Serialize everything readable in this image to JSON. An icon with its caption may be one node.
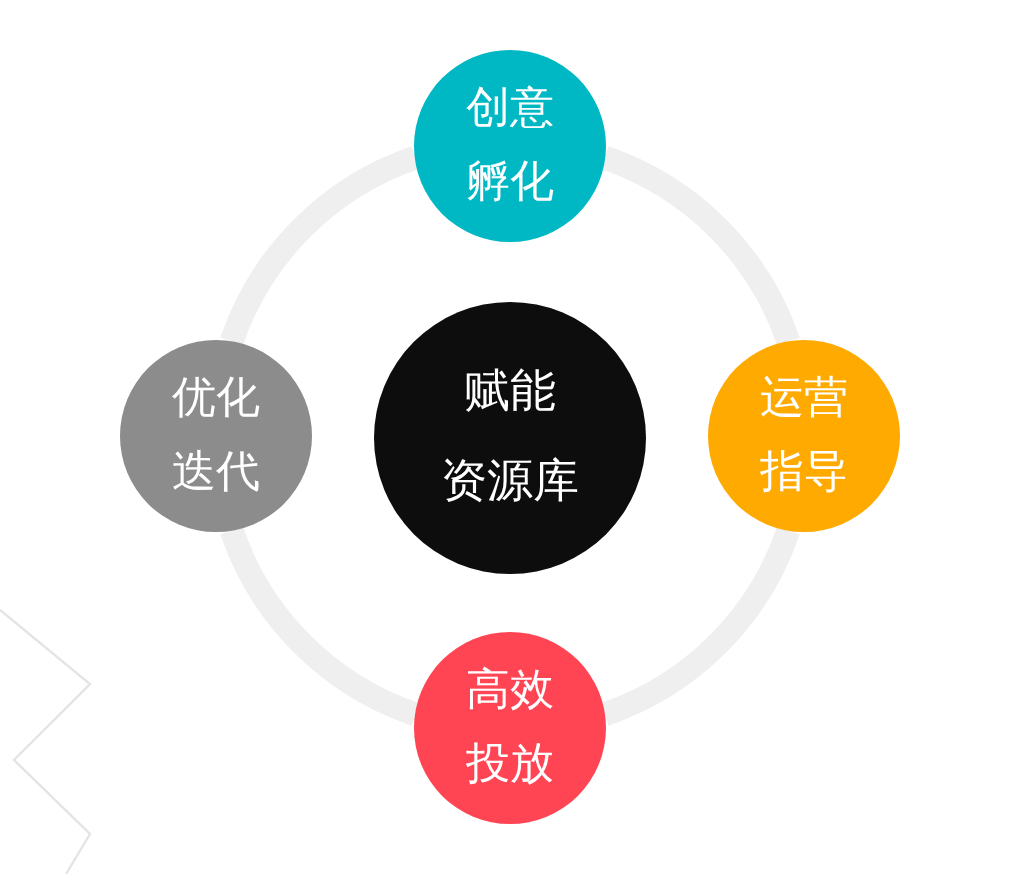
{
  "diagram": {
    "nodes": [
      {
        "text": [
          "创意孵化"
        ]
      },
      {
        "text": [
          "优化迭代"
        ]
      },
      {
        "text": [
          "赋能资源库"
        ]
      },
      {
        "text": [
          "运营指导"
        ]
      },
      {
        "text": [
          "高效投放"
        ]
      }
    ],
    "edges": [
      {
        "from": 0,
        "to": 3,
        "arrow": "none"
      },
      {
        "from": 3,
        "to": 4,
        "arrow": "none"
      },
      {
        "from": 4,
        "to": 1,
        "arrow": "none"
      },
      {
        "from": 1,
        "to": 0,
        "arrow": "none"
      }
    ]
  }
}
